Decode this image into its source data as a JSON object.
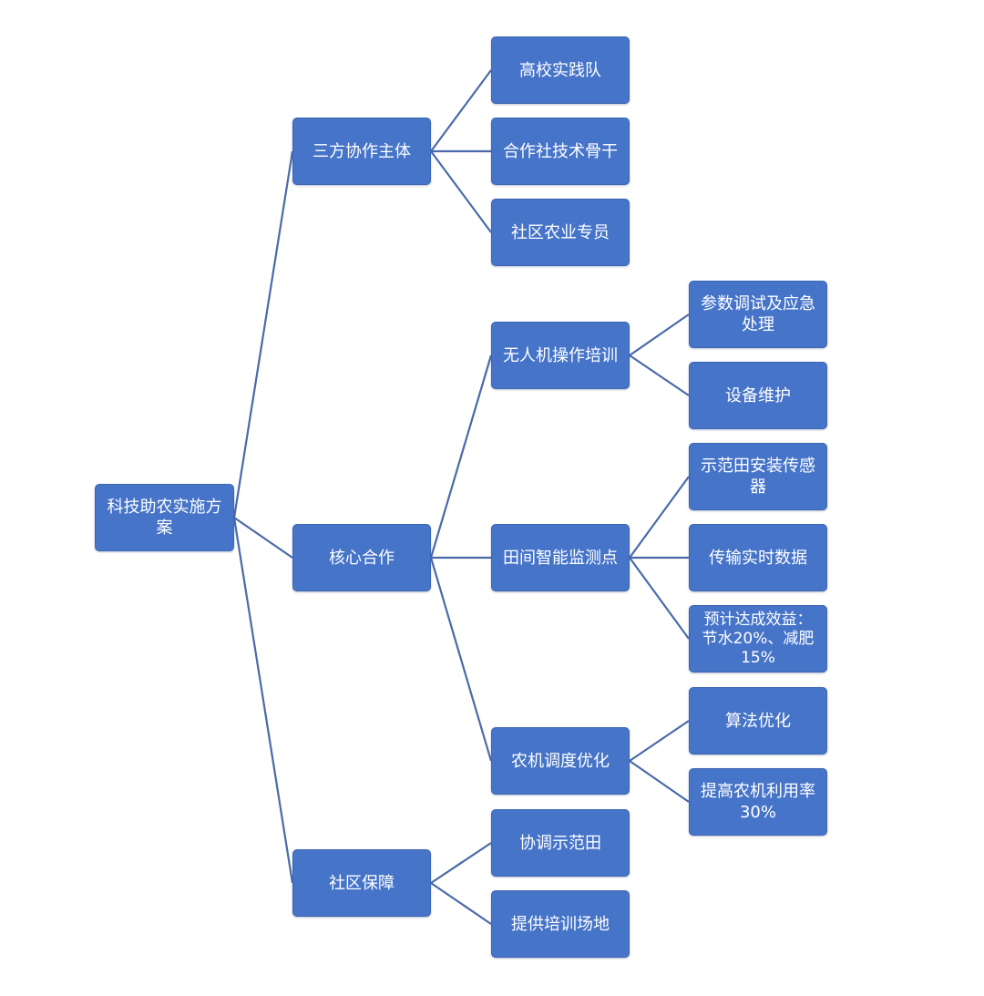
{
  "diagram": {
    "root": {
      "label": "科技助农实施方\n案"
    },
    "level1": [
      {
        "label": "三方协作主体"
      },
      {
        "label": "核心合作"
      },
      {
        "label": "社区保障"
      }
    ],
    "level2": [
      {
        "label": "高校实践队"
      },
      {
        "label": "合作社技术骨干"
      },
      {
        "label": "社区农业专员"
      },
      {
        "label": "无人机操作培训"
      },
      {
        "label": "田间智能监测点"
      },
      {
        "label": "农机调度优化"
      },
      {
        "label": "协调示范田"
      },
      {
        "label": "提供培训场地"
      }
    ],
    "level3": [
      {
        "label": "参数调试及应急\n处理"
      },
      {
        "label": "设备维护"
      },
      {
        "label": "示范田安装传感\n器"
      },
      {
        "label": "传输实时数据"
      },
      {
        "label": "预计达成效益：\n节水20%、减肥\n15%"
      },
      {
        "label": "算法优化"
      },
      {
        "label": "提高农机利用率\n30%"
      }
    ],
    "colors": {
      "node_fill": "#4674c8",
      "node_text": "#ffffff",
      "connector": "#4a6aa9"
    }
  }
}
